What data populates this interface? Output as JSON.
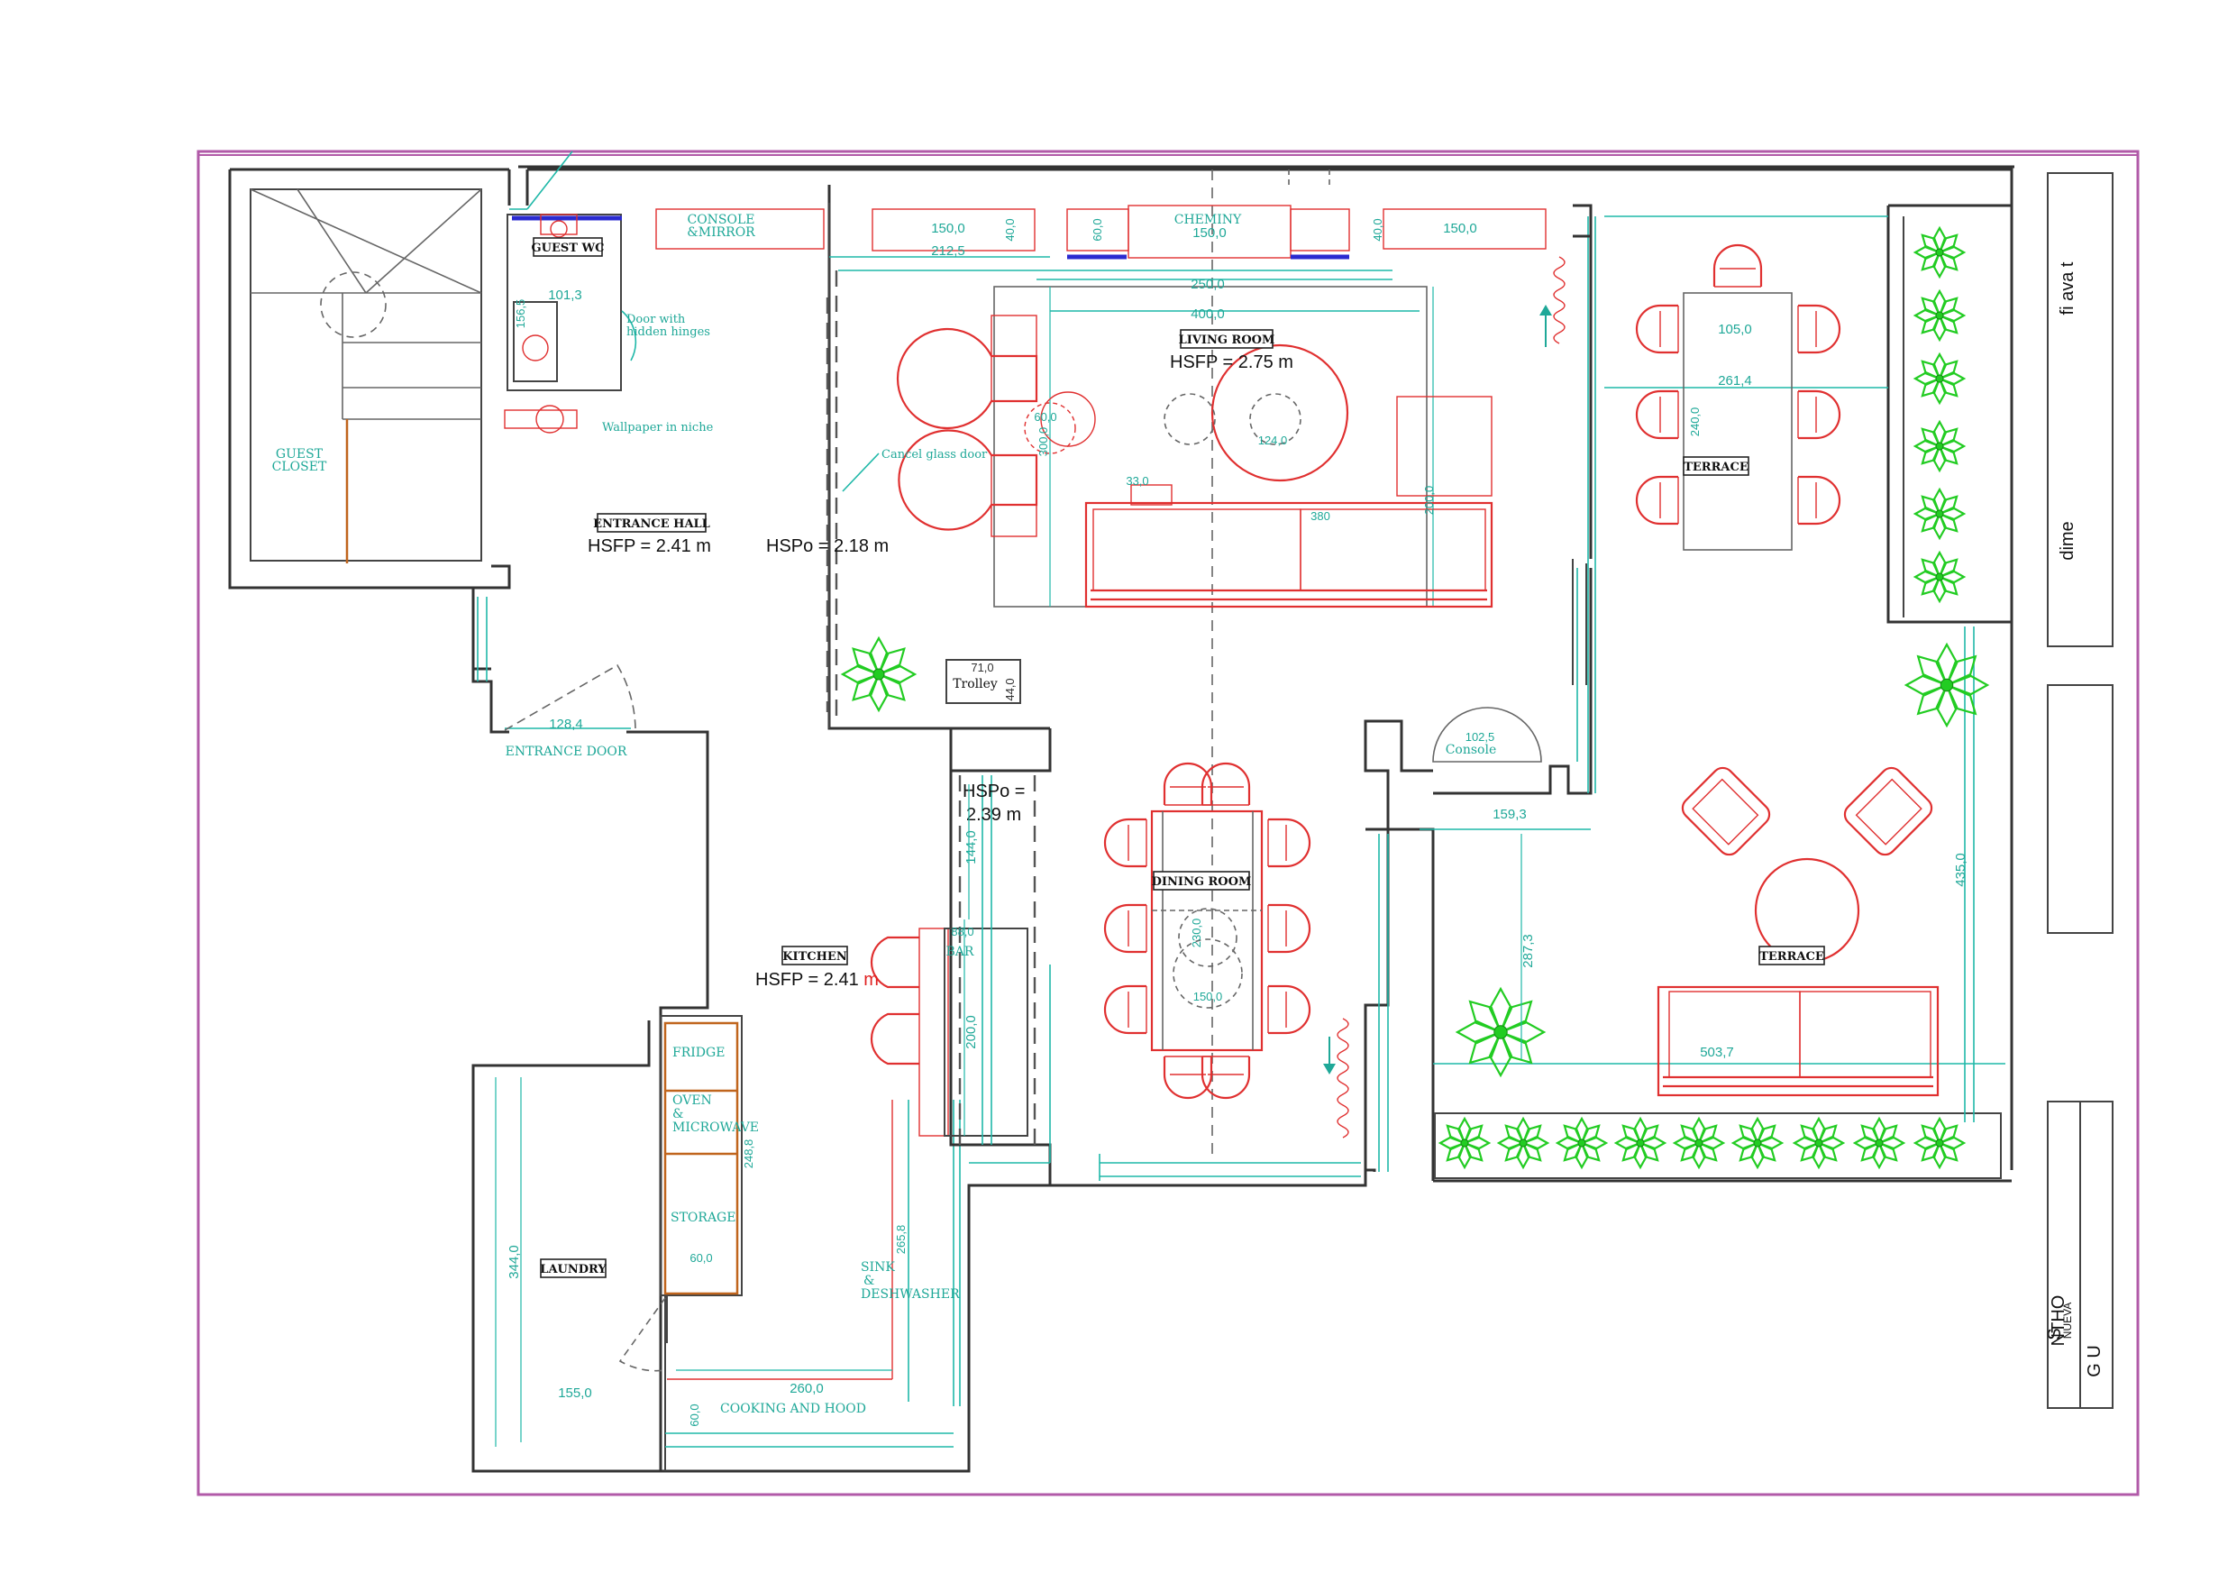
{
  "rooms": {
    "guest_closet": "GUEST\nCLOSET",
    "guest_wc": "GUEST WC",
    "console_mirror": "CONSOLE\n&MIRROR",
    "chimney": "CHEMINY",
    "living_room": "LIVING ROOM",
    "terrace_top": "TERRACE",
    "entrance_hall": "ENTRANCE HALL",
    "entrance_door": "ENTRANCE DOOR",
    "dining_room": "DINING ROOM",
    "kitchen": "KITCHEN",
    "terrace_bottom": "TERRACE",
    "laundry": "LAUNDRY",
    "bar": "BAR",
    "trolley": "Trolley",
    "console": "Console",
    "fridge": "FRIDGE",
    "oven": "OVEN\n&\nMICROWAVE",
    "storage": "STORAGE",
    "sink": "SINK\n&\nDESHWASHER",
    "cooking": "COOKING AND HOOD"
  },
  "notes": {
    "door_hidden_hinges": "Door with\nhidden hinges",
    "wallpaper": "Wallpaper in niche",
    "cancel_glass": "Cancel glass door"
  },
  "heights": {
    "entrance_hall": "HSFP = 2.41 m",
    "entrance_hspo": "HSPo = 2.18 m",
    "living_room": "HSFP = 2.75 m",
    "bar_hspo": "HSPo =\n2.39 m",
    "kitchen_prefix": "HSFP = 2.41 ",
    "kitchen_unit": "m"
  },
  "dimensions": {
    "d150a": "150,0",
    "d40a": "40,0",
    "d212": "212,5",
    "d60a": "60,0",
    "d150b": "150,0",
    "d40b": "40,0",
    "d150c": "150,0",
    "d250": "250,0",
    "d400": "400,0",
    "d1565": "156,5",
    "d1013": "101,3",
    "d60b": "60,0",
    "d300": "300,0",
    "d124": "124,0",
    "d33": "33,0",
    "d380": "380",
    "d200a": "200,0",
    "d105": "105,0",
    "d2614": "261,4",
    "d240": "240,0",
    "d71": "71,0",
    "d44": "44,0",
    "d1284": "128,4",
    "d1025": "102,5",
    "d1593": "159,3",
    "d144": "144,0",
    "d88": "88,0",
    "d200b": "200,0",
    "d230": "230,0",
    "d150d": "150,0",
    "d2873": "287,3",
    "d435": "435,0",
    "d5037": "503,7",
    "d2488": "248,8",
    "d600": "60,0",
    "d2658": "265,8",
    "d344": "344,0",
    "d155": "155,0",
    "d260": "260,0",
    "d60c": "60,0"
  },
  "side_panel": {
    "top_a": "fi   ava  t",
    "top_b": "dime",
    "bottom_a": "NTHO",
    "bottom_b": "S",
    "bottom_c": "NUEVA",
    "bottom_d": "G   U"
  },
  "colors": {
    "frame": "#b15aa8",
    "walls": "#333333",
    "dimensions": "#1fb8a8",
    "furniture": "#e03030",
    "plants": "#22cc22"
  }
}
